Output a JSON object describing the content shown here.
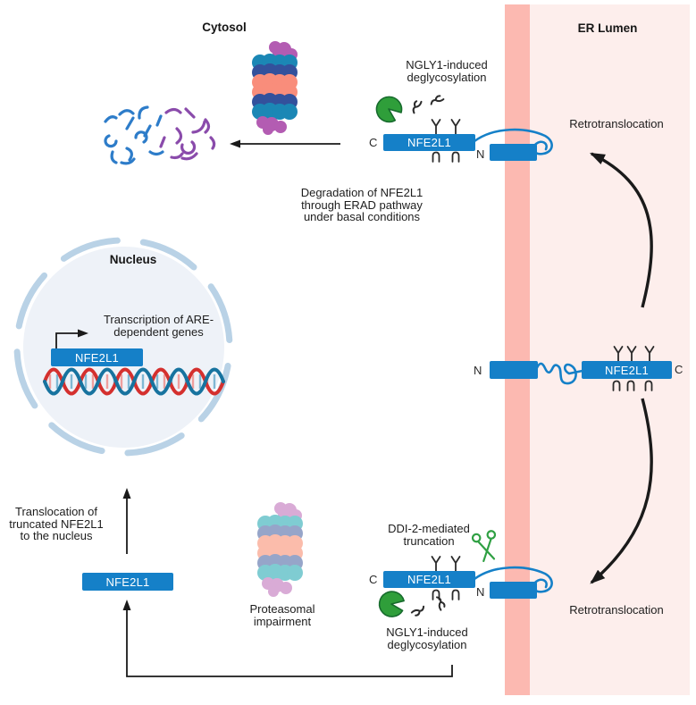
{
  "diagram": {
    "regions": {
      "cytosol": "Cytosol",
      "er_lumen": "ER Lumen",
      "nucleus": "Nucleus"
    },
    "protein": {
      "name": "NFE2L1",
      "c_terminus": "C",
      "n_terminus": "N"
    },
    "annotations": {
      "ngly1_top": {
        "line1": "NGLY1-induced",
        "line2": "deglycosylation"
      },
      "retro_top": "Retrotranslocation",
      "retro_bottom": "Retrotranslocation",
      "degradation": {
        "line1": "Degradation of NFE2L1",
        "line2": "through ERAD pathway",
        "line3": "under basal conditions"
      },
      "transcription": {
        "line1": "Transcription of ARE-",
        "line2": "dependent genes"
      },
      "ddi2": {
        "line1": "DDI-2-mediated",
        "line2": "truncation"
      },
      "ngly1_bottom": {
        "line1": "NGLY1-induced",
        "line2": "deglycosylation"
      },
      "proteasomal": {
        "line1": "Proteasomal",
        "line2": "impairment"
      },
      "translocation": {
        "line1": "Translocation of",
        "line2": "truncated NFE2L1",
        "line3": "to the nucleus"
      }
    },
    "icons": {
      "ngly1_enzyme": "pacman-wedge",
      "ddi2_protease": "scissors",
      "glycan": "y-branch",
      "proteasome": "stacked-rings",
      "dna": "double-helix"
    },
    "colors": {
      "protein_blue": "#1580c8",
      "membrane_pink": "#fcb9b1",
      "lumen_pink": "#fdeeec",
      "ngly1_green": "#2f9e3a",
      "scissors_green": "#2fa043",
      "nucleus_fill": "#eef2f8",
      "nuclear_envelope": "#b9d2e6",
      "dna_red": "#d4302e",
      "dna_blue": "#17739f",
      "fragment_blue": "#2d7cc9",
      "fragment_purple": "#8a4bab",
      "arrow_black": "#1a1a1a",
      "proteasome": [
        "#b35cb2",
        "#1b87b5",
        "#33519c",
        "#f98d7b"
      ],
      "proteasome_faded": [
        "#d9abd6",
        "#7fccd2",
        "#96a5c9",
        "#fbbcab"
      ]
    }
  }
}
